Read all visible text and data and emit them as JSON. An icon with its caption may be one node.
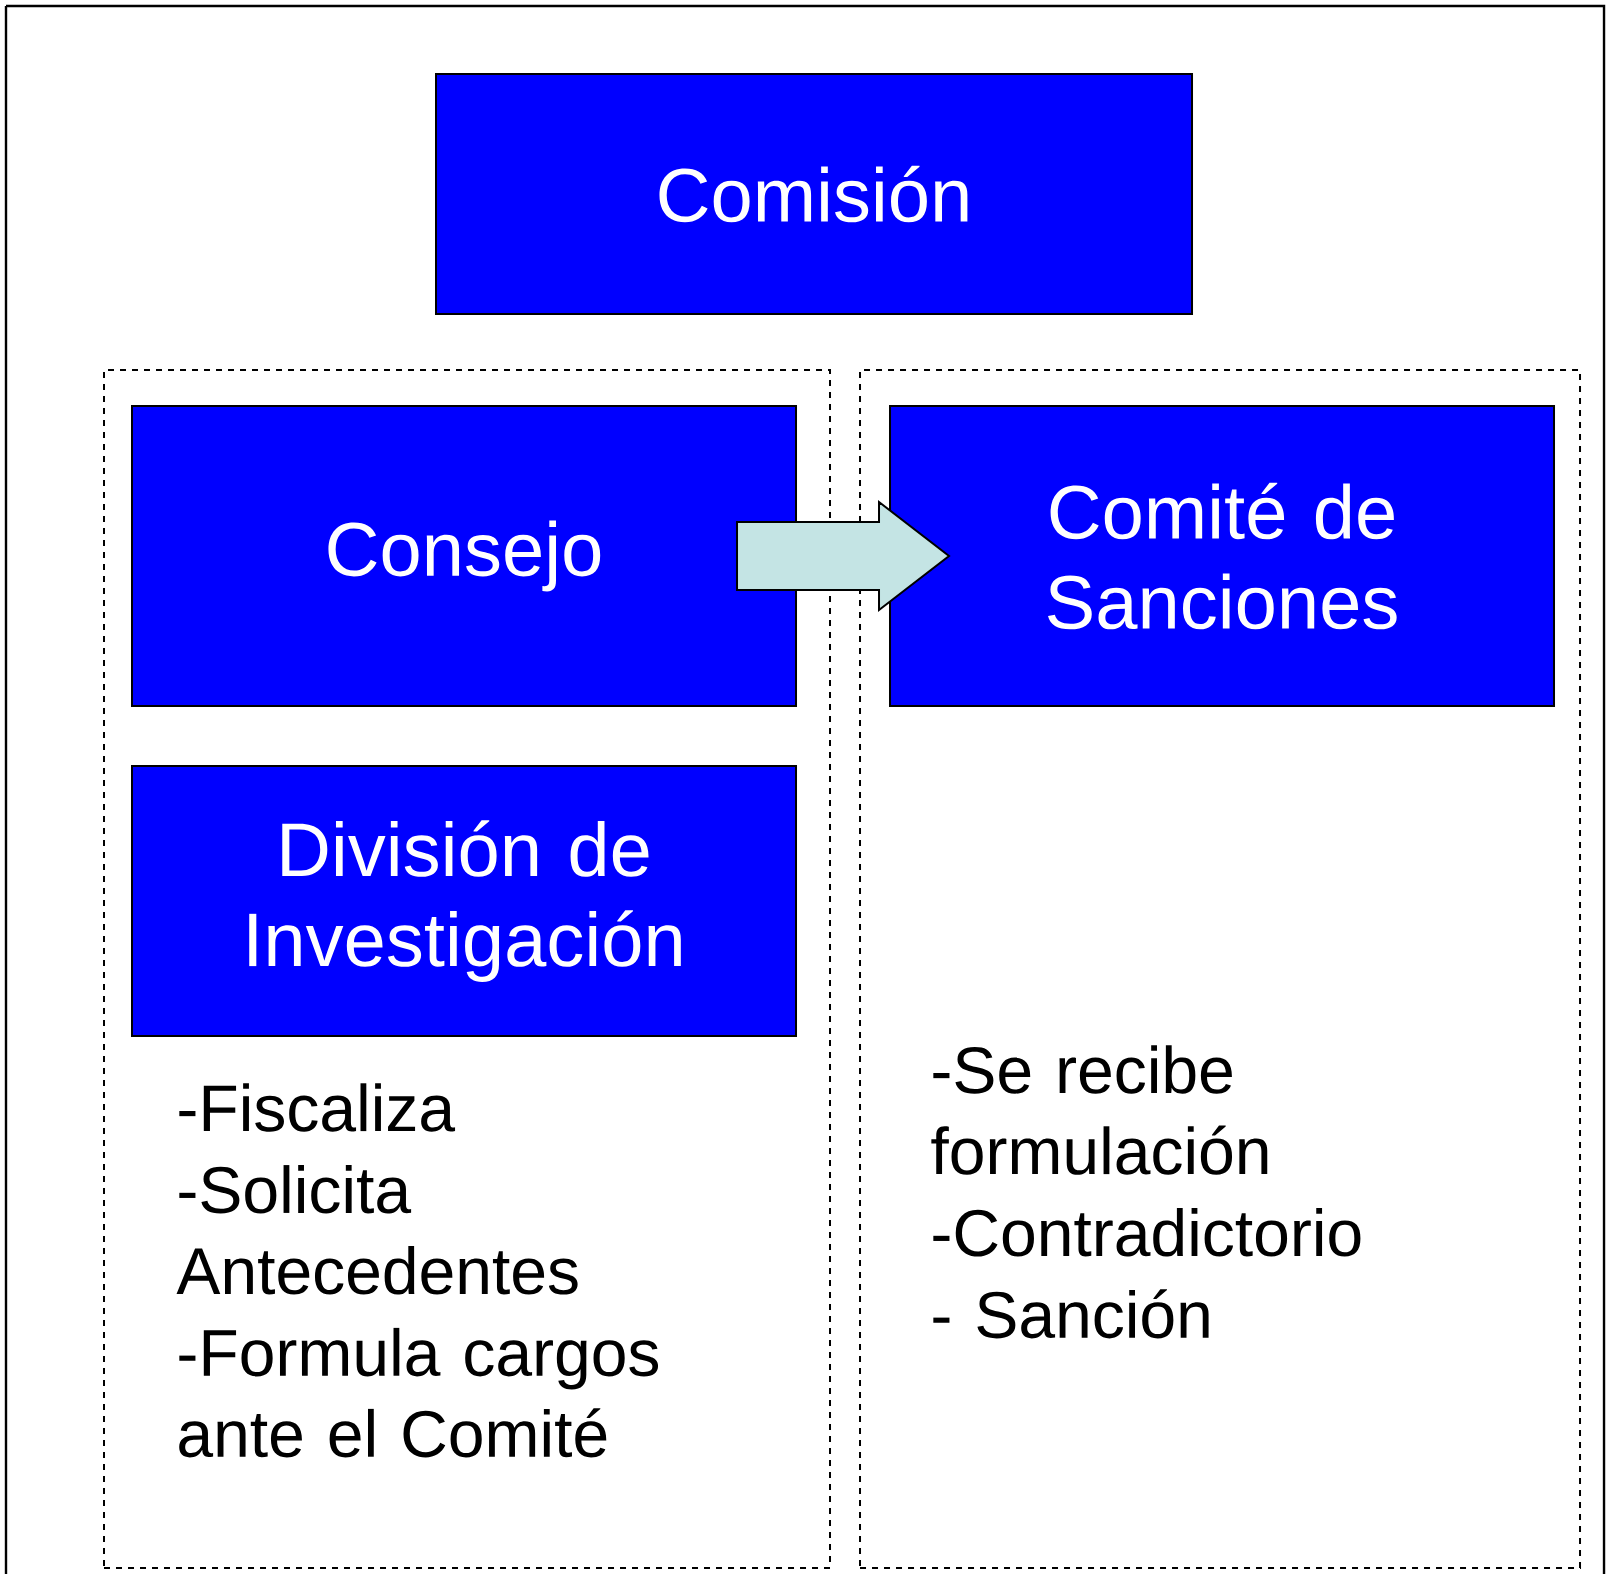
{
  "diagram": {
    "nodes": [
      {
        "text": [
          "Comisión"
        ]
      },
      {
        "text": [],
        "shape": "box"
      },
      {
        "text": [],
        "shape": "box"
      },
      {
        "text": [
          "Consejo"
        ],
        "in": 1
      },
      {
        "text": [
          "Comité de Sanciones"
        ],
        "in": 2
      },
      {
        "text": [
          "División de Investigación"
        ],
        "in": 1
      }
    ],
    "edges": [
      {
        "from": 3,
        "to": 4,
        "arrow": "to"
      }
    ],
    "labels": [
      "-Fiscaliza",
      "-Solicita Antecedentes",
      "-Formula cargos ante el Comité",
      "-Se recibe formulación",
      "-Contradictorio",
      "- Sanción"
    ]
  }
}
